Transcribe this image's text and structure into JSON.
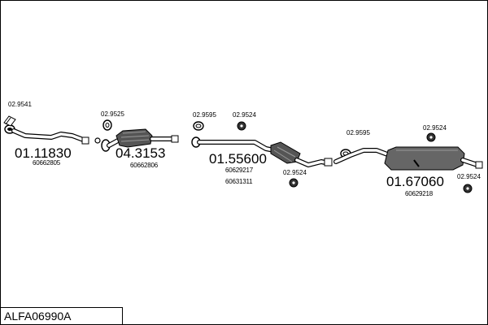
{
  "diagram": {
    "id": "ALFA06990A",
    "parts": [
      {
        "number": "01.11830",
        "oe": [
          "60662805"
        ]
      },
      {
        "number": "04.3153",
        "oe": [
          "60662806"
        ]
      },
      {
        "number": "01.55600",
        "oe": [
          "60629217",
          "60631311"
        ]
      },
      {
        "number": "01.67060",
        "oe": [
          "60629218"
        ]
      }
    ],
    "fittings": [
      "02.9541",
      "02.9525",
      "02.9595",
      "02.9524",
      "02.9524",
      "02.9595",
      "02.9524",
      "02.9524"
    ]
  }
}
